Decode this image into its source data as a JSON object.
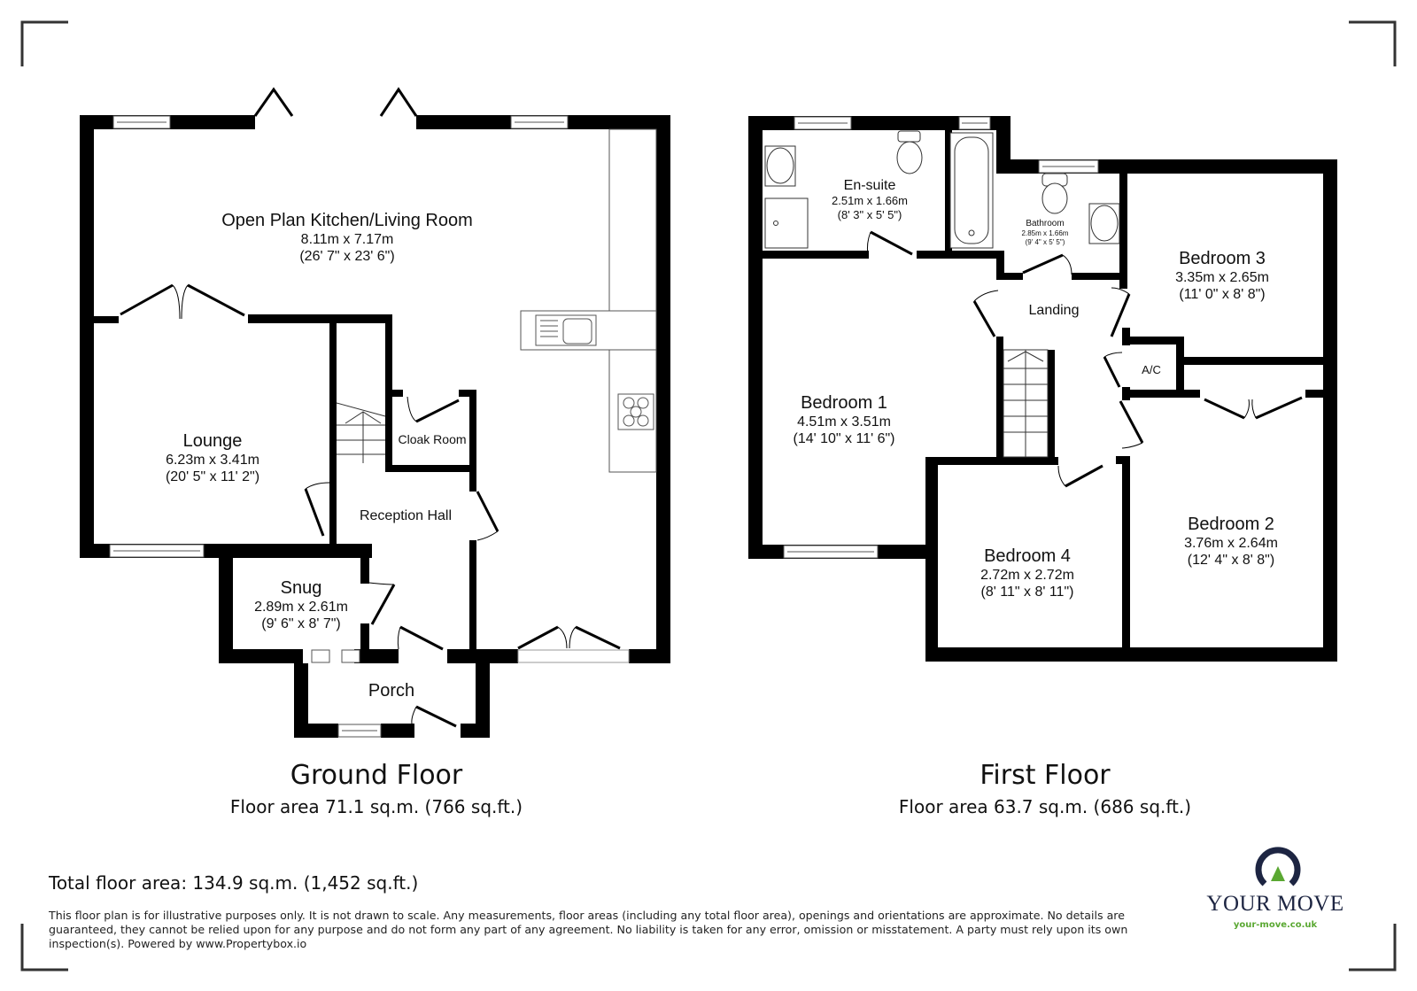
{
  "ground_floor": {
    "title": "Ground Floor",
    "area": "Floor area 71.1 sq.m. (766 sq.ft.)",
    "rooms": [
      {
        "name": "Open Plan Kitchen/Living Room",
        "metric": "8.11m x 7.17m",
        "imperial": "(26' 7\" x 23' 6\")"
      },
      {
        "name": "Lounge",
        "metric": "6.23m x 3.41m",
        "imperial": "(20' 5\" x 11' 2\")"
      },
      {
        "name": "Cloak Room"
      },
      {
        "name": "Reception Hall"
      },
      {
        "name": "Snug",
        "metric": "2.89m x 2.61m",
        "imperial": "(9' 6\" x 8' 7\")"
      },
      {
        "name": "Porch"
      }
    ]
  },
  "first_floor": {
    "title": "First Floor",
    "area": "Floor area 63.7 sq.m. (686 sq.ft.)",
    "rooms": [
      {
        "name": "En-suite",
        "metric": "2.51m x 1.66m",
        "imperial": "(8' 3\" x 5' 5\")"
      },
      {
        "name": "Bathroom",
        "metric": "2.85m x 1.66m",
        "imperial": "(9' 4\" x 5' 5\")"
      },
      {
        "name": "Landing"
      },
      {
        "name": "Bedroom 3",
        "metric": "3.35m x 2.65m",
        "imperial": "(11' 0\" x 8' 8\")"
      },
      {
        "name": "A/C"
      },
      {
        "name": "Bedroom 1",
        "metric": "4.51m x 3.51m",
        "imperial": "(14' 10\" x 11' 6\")"
      },
      {
        "name": "Bedroom 4",
        "metric": "2.72m x 2.72m",
        "imperial": "(8' 11\" x 8' 11\")"
      },
      {
        "name": "Bedroom 2",
        "metric": "3.76m x 2.64m",
        "imperial": "(12' 4\" x 8' 8\")"
      }
    ]
  },
  "total_area": "Total floor area: 134.9 sq.m. (1,452 sq.ft.)",
  "disclaimer": "This floor plan is for illustrative purposes only. It is not drawn to scale. Any measurements, floor areas (including any total floor area), openings and orientations are approximate. No details are guaranteed, they cannot be relied upon for any purpose and do not form any part of any agreement. No liability is taken for any error, omission or misstatement. A party must rely upon its own inspection(s). Powered by www.Propertybox.io",
  "logo": {
    "brand": "YOUR MOVE",
    "url": "your-move.co.uk",
    "navy": "#1d2542",
    "green": "#5aa832"
  },
  "colors": {
    "wall": "#000000",
    "corner_marks": "#333333"
  }
}
